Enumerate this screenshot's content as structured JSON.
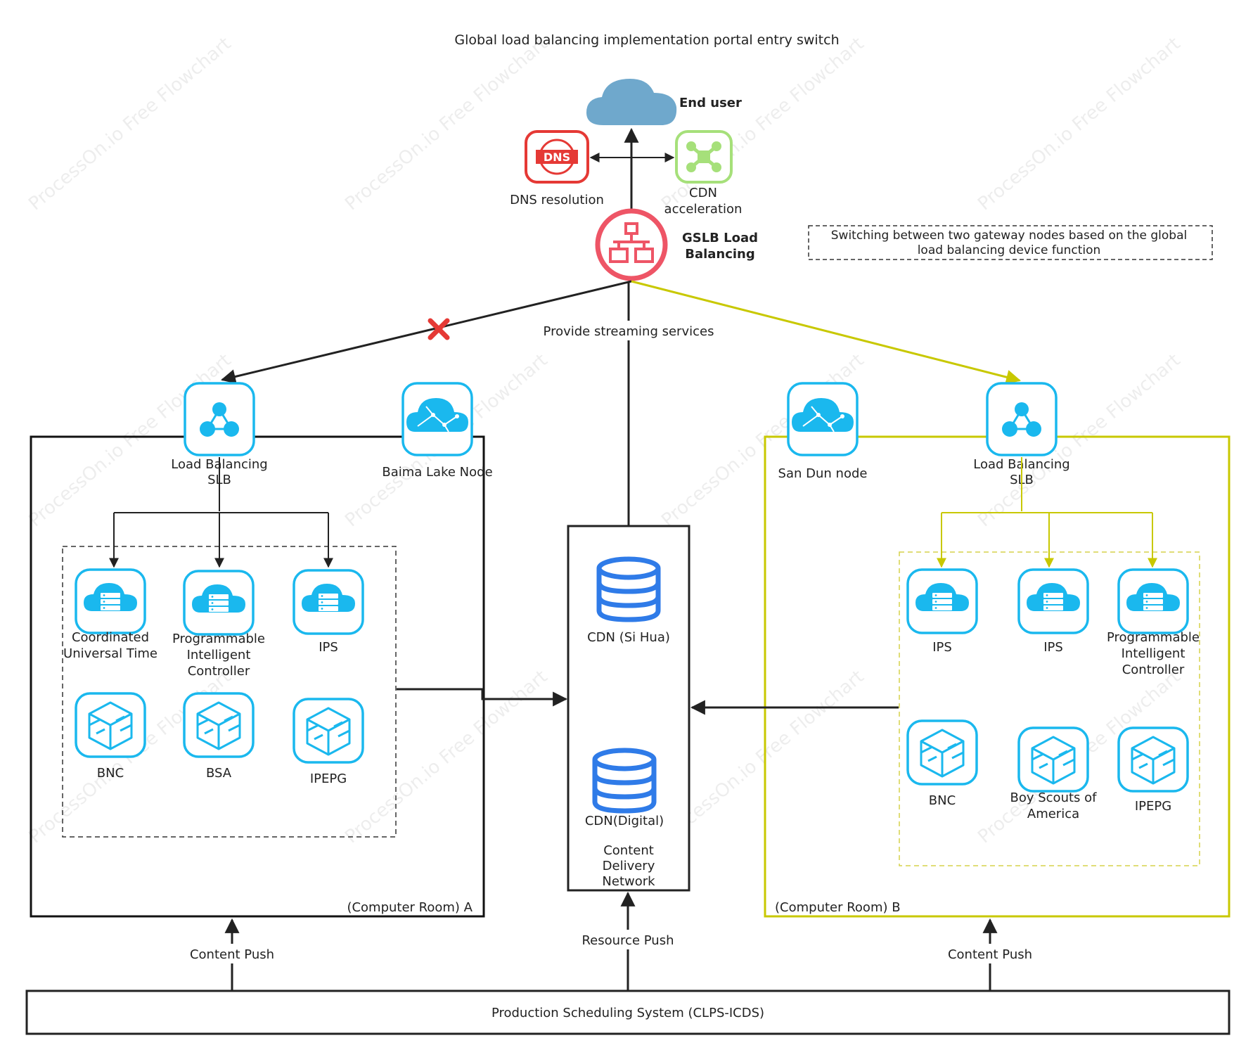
{
  "title": "Global load balancing implementation portal entry switch",
  "watermark": "ProcessOn.io Free Flowchart",
  "colors": {
    "line": "#222222",
    "yellow": "#c8c800",
    "yellow_dashed": "#d6d24a",
    "icon_blue": "#1ab8ee",
    "icon_bg": "#ffffff",
    "db_blue": "#2f7be8",
    "cloud": "#6fa8cc",
    "dns_red": "#e53935",
    "gslb_red": "#ee5566",
    "cdn_green": "#a6e07a",
    "x_red": "#e53935"
  },
  "nodes": {
    "end_user": "End user",
    "dns": "DNS resolution",
    "dns_badge": "DNS",
    "cdn_accel_1": "CDN",
    "cdn_accel_2": "acceleration",
    "gslb_1": "GSLB Load",
    "gslb_2": "Balancing",
    "note_1": "Switching between two gateway nodes based on the global",
    "note_2": "load balancing device function",
    "streaming": "Provide streaming services",
    "slb_a_1": "Load Balancing",
    "slb_a_2": "SLB",
    "baima": "Baima Lake Node",
    "san_dun": "San Dun node",
    "slb_b_1": "Load Balancing",
    "slb_b_2": "SLB",
    "room_a": "(Computer Room) A",
    "room_b": "(Computer Room) B",
    "cdn_sihua": "CDN (Si Hua)",
    "cdn_digital": "CDN(Digital)",
    "cdn_net_1": "Content",
    "cdn_net_2": "Delivery",
    "cdn_net_3": "Network",
    "content_push_a": "Content Push",
    "resource_push": "Resource Push",
    "content_push_b": "Content Push",
    "production": "Production Scheduling System (CLPS-ICDS)"
  },
  "room_a_services": [
    {
      "icon": "cloud-server-icon",
      "lines": [
        "Coordinated",
        "Universal Time"
      ]
    },
    {
      "icon": "cloud-server-icon",
      "lines": [
        "Programmable",
        "Intelligent",
        "Controller"
      ]
    },
    {
      "icon": "cloud-server-icon",
      "lines": [
        "IPS"
      ]
    },
    {
      "icon": "cube-icon",
      "lines": [
        "BNC"
      ]
    },
    {
      "icon": "cube-icon",
      "lines": [
        "BSA"
      ]
    },
    {
      "icon": "cube-icon",
      "lines": [
        "IPEPG"
      ]
    }
  ],
  "room_b_services": [
    {
      "icon": "cloud-server-icon",
      "lines": [
        "IPS"
      ]
    },
    {
      "icon": "cloud-server-icon",
      "lines": [
        "IPS"
      ]
    },
    {
      "icon": "cloud-server-icon",
      "lines": [
        "Programmable",
        "Intelligent",
        "Controller"
      ]
    },
    {
      "icon": "cube-icon",
      "lines": [
        "BNC"
      ]
    },
    {
      "icon": "cube-icon",
      "lines": [
        "Boy Scouts of",
        "America"
      ]
    },
    {
      "icon": "cube-icon",
      "lines": [
        "IPEPG"
      ]
    }
  ]
}
